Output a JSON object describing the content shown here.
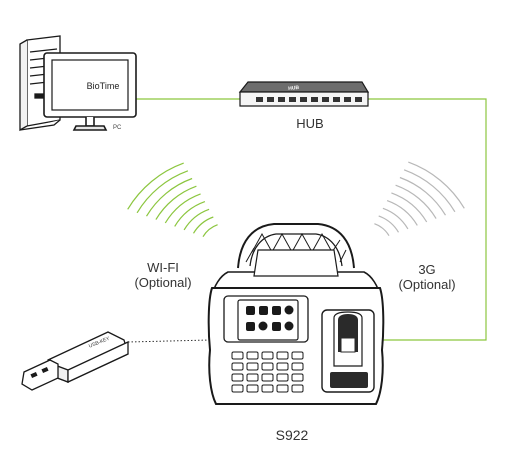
{
  "labels": {
    "biotime": "BioTime",
    "pc": "PC",
    "hub": "HUB",
    "hub_brand": "HUB",
    "wifi_line1": "WI-FI",
    "wifi_line2": "(Optional)",
    "g3_line1": "3G",
    "g3_line2": "(Optional)",
    "usb": "USB-KEY",
    "device_model": "S922"
  },
  "colors": {
    "connection_line": "#8cc63f",
    "wifi_signal": "#8cc63f",
    "g3_signal": "#b8b8b8",
    "outline": "#1a1a1a"
  }
}
